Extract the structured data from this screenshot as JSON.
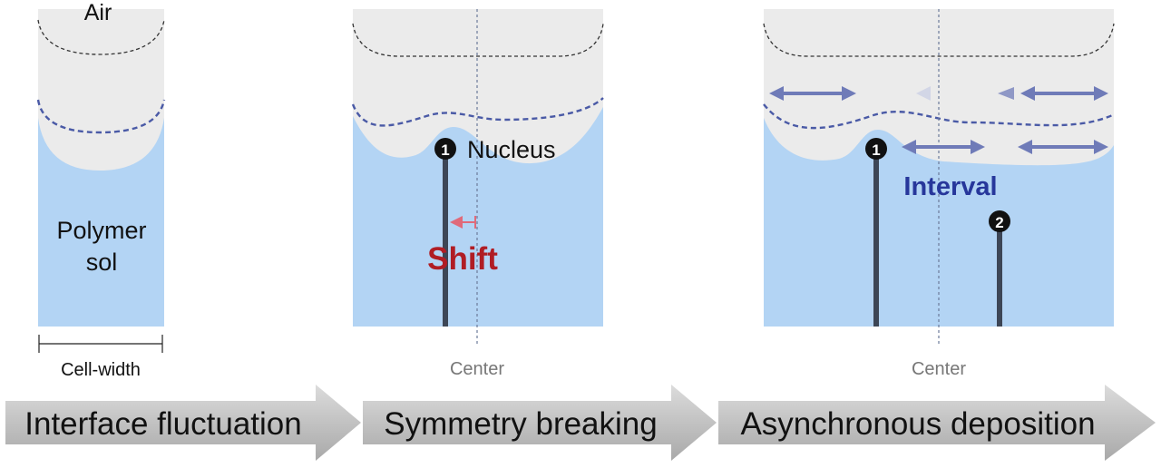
{
  "panel1": {
    "air_label": "Air",
    "sol_label_line1": "Polymer",
    "sol_label_line2": "sol",
    "width_label": "Cell-width"
  },
  "panel2": {
    "nucleus_number": "1",
    "nucleus_label": "Nucleus",
    "shift_label": "Shift",
    "center_label": "Center"
  },
  "panel3": {
    "nucleus1_number": "1",
    "nucleus2_number": "2",
    "interval_label": "Interval",
    "center_label": "Center"
  },
  "stages": [
    {
      "label": "Interface fluctuation"
    },
    {
      "label": "Symmetry breaking"
    },
    {
      "label": "Asynchronous deposition"
    }
  ],
  "colors": {
    "sol": "#b3d4f4",
    "air": "#ebebeb",
    "dash_blue": "#4a5aa6",
    "filament": "#3d4656",
    "shift_red": "#b01d24",
    "shift_arrow": "#e06a7a",
    "interval_blue": "#27379b",
    "double_arrow": "#6f7bb8"
  }
}
